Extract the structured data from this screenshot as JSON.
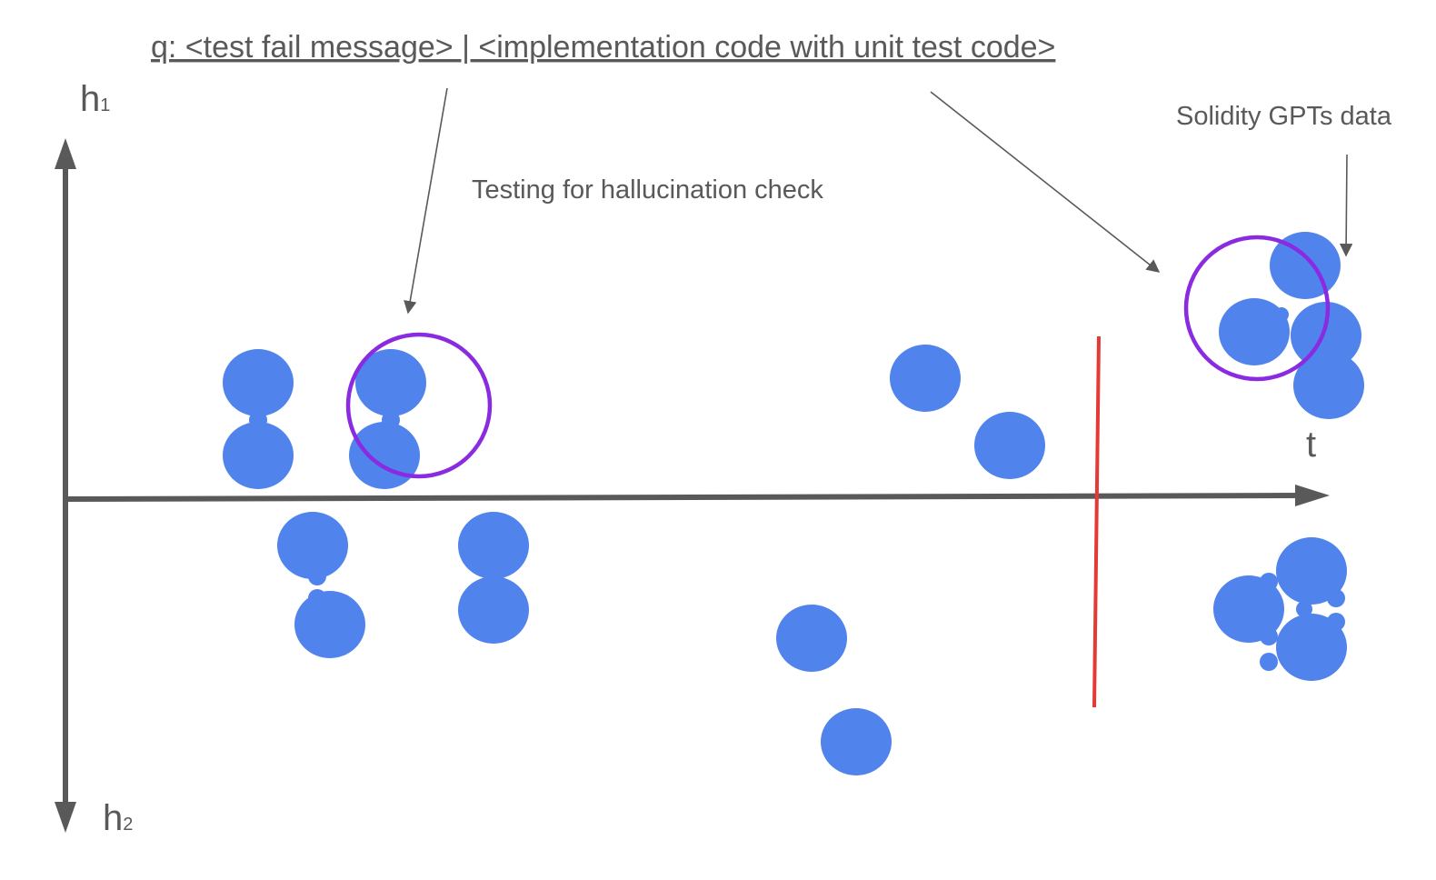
{
  "title": "q: <test fail message> | <implementation code with unit test code>",
  "axes": {
    "vertical_top": {
      "base": "h",
      "sub": "1"
    },
    "vertical_bottom": {
      "base": "h",
      "sub": "2"
    },
    "horizontal": "t"
  },
  "annotations": {
    "hallucination_check": "Testing for hallucination check",
    "solidity_data": "Solidity GPTs data"
  },
  "colors": {
    "axis": "#595959",
    "point": "#5183ec",
    "highlight_circle": "#8a2be2",
    "separator": "#e53935",
    "text": "#595959",
    "background": "#ffffff"
  }
}
